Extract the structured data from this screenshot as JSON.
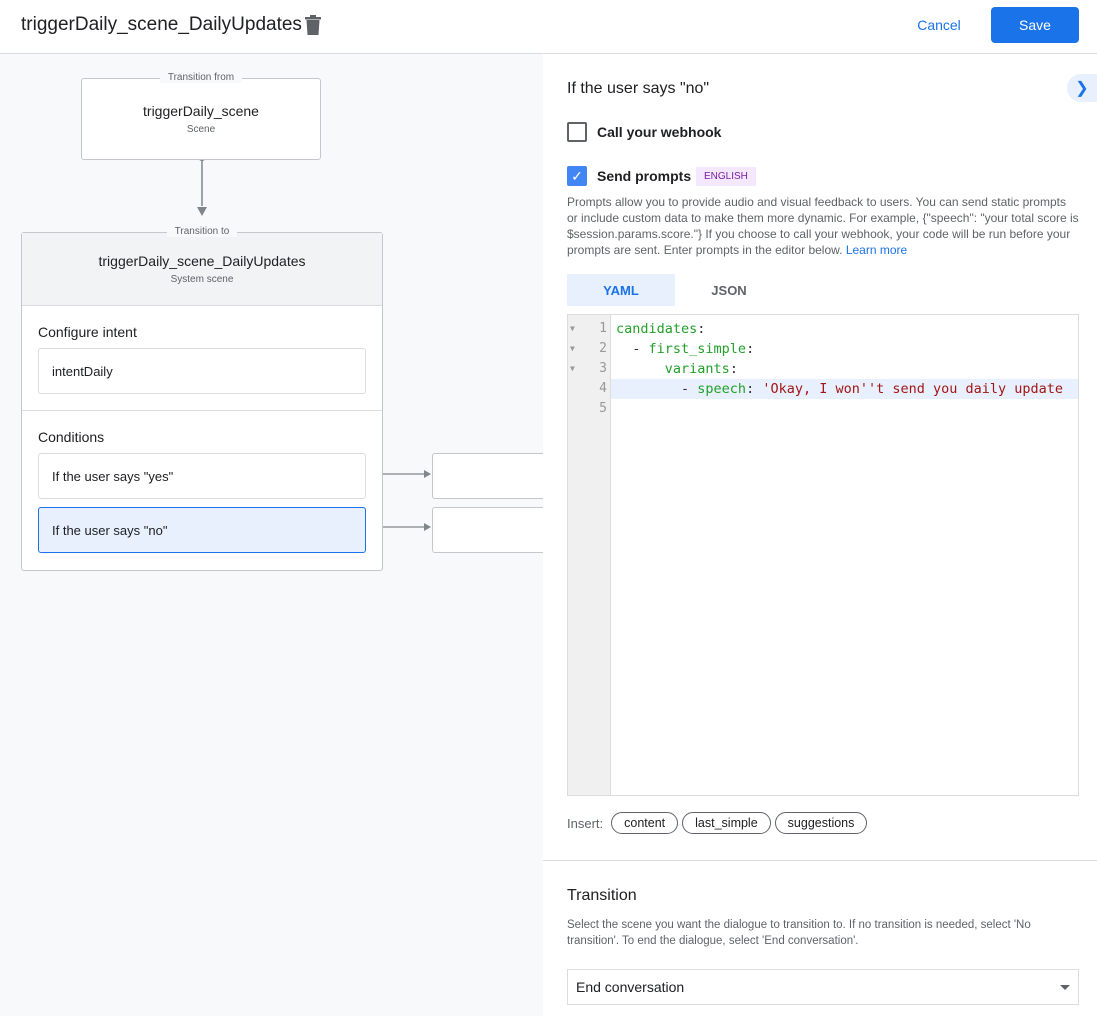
{
  "header": {
    "title": "triggerDaily_scene_DailyUpdates",
    "cancel_label": "Cancel",
    "save_label": "Save"
  },
  "canvas": {
    "from": {
      "legend": "Transition from",
      "name": "triggerDaily_scene",
      "type": "Scene"
    },
    "to": {
      "legend": "Transition to",
      "name": "triggerDaily_scene_DailyUpdates",
      "type": "System scene",
      "configure_intent_label": "Configure intent",
      "intent": "intentDaily",
      "conditions_label": "Conditions",
      "conditions": [
        "If the user says \"yes\"",
        "If the user says \"no\""
      ]
    }
  },
  "panel": {
    "heading": "If the user says \"no\"",
    "webhook_label": "Call your webhook",
    "webhook_checked": false,
    "prompts_label": "Send prompts",
    "prompts_checked": true,
    "language_badge": "ENGLISH",
    "description": "Prompts allow you to provide audio and visual feedback to users. You can send static prompts or include custom data to make them more dynamic. For example, {\"speech\": \"your total score is $session.params.score.\"} If you choose to call your webhook, your code will be run before your prompts are sent. Enter prompts in the editor below.",
    "learn_more": "Learn more",
    "tabs": [
      "YAML",
      "JSON"
    ],
    "active_tab": "YAML",
    "code": {
      "line_numbers": [
        "1",
        "2",
        "3",
        "4",
        "5"
      ],
      "l1_key": "candidates",
      "l2_key": "first_simple",
      "l3_key": "variants",
      "l4_key": "speech",
      "l4_value": "'Okay, I won''t send you daily update"
    },
    "insert_label": "Insert:",
    "insert_chips": [
      "content",
      "last_simple",
      "suggestions"
    ],
    "transition_heading": "Transition",
    "transition_desc": "Select the scene you want the dialogue to transition to. If no transition is needed, select 'No transition'. To end the dialogue, select 'End conversation'.",
    "transition_value": "End conversation"
  },
  "colors": {
    "accent": "#1a73e8",
    "selected_bg": "#e8f0fe",
    "badge_bg": "#f3e8fd",
    "badge_text": "#7b1fa2"
  }
}
